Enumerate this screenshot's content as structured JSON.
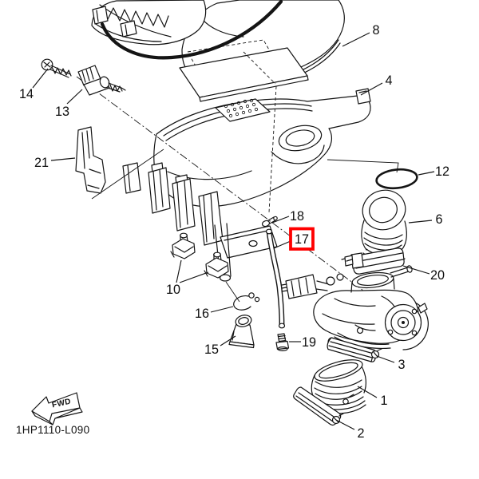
{
  "diagram": {
    "part_code": "1HP1110-L090",
    "fwd_label": "FWD",
    "highlighted_part": "17",
    "highlight_color": "#ff0000",
    "line_color": "#141414",
    "background_color": "#ffffff",
    "labels": {
      "1": "1",
      "2": "2",
      "3": "3",
      "4": "4",
      "6": "6",
      "8": "8",
      "10": "10",
      "12": "12",
      "13": "13",
      "14": "14",
      "15": "15",
      "16": "16",
      "17": "17",
      "18": "18",
      "19": "19",
      "20": "20",
      "21": "21"
    }
  }
}
